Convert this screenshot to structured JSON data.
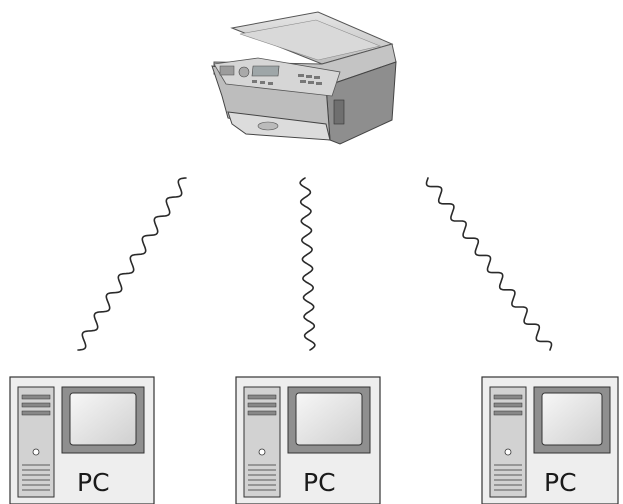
{
  "diagram": {
    "printer": {
      "icon": "multifunction-printer-icon"
    },
    "links": [
      {
        "from": "printer",
        "to": "pc-left",
        "type": "wireless"
      },
      {
        "from": "printer",
        "to": "pc-center",
        "type": "wireless"
      },
      {
        "from": "printer",
        "to": "pc-right",
        "type": "wireless"
      }
    ],
    "computers": [
      {
        "label": "PC"
      },
      {
        "label": "PC"
      },
      {
        "label": "PC"
      }
    ]
  }
}
